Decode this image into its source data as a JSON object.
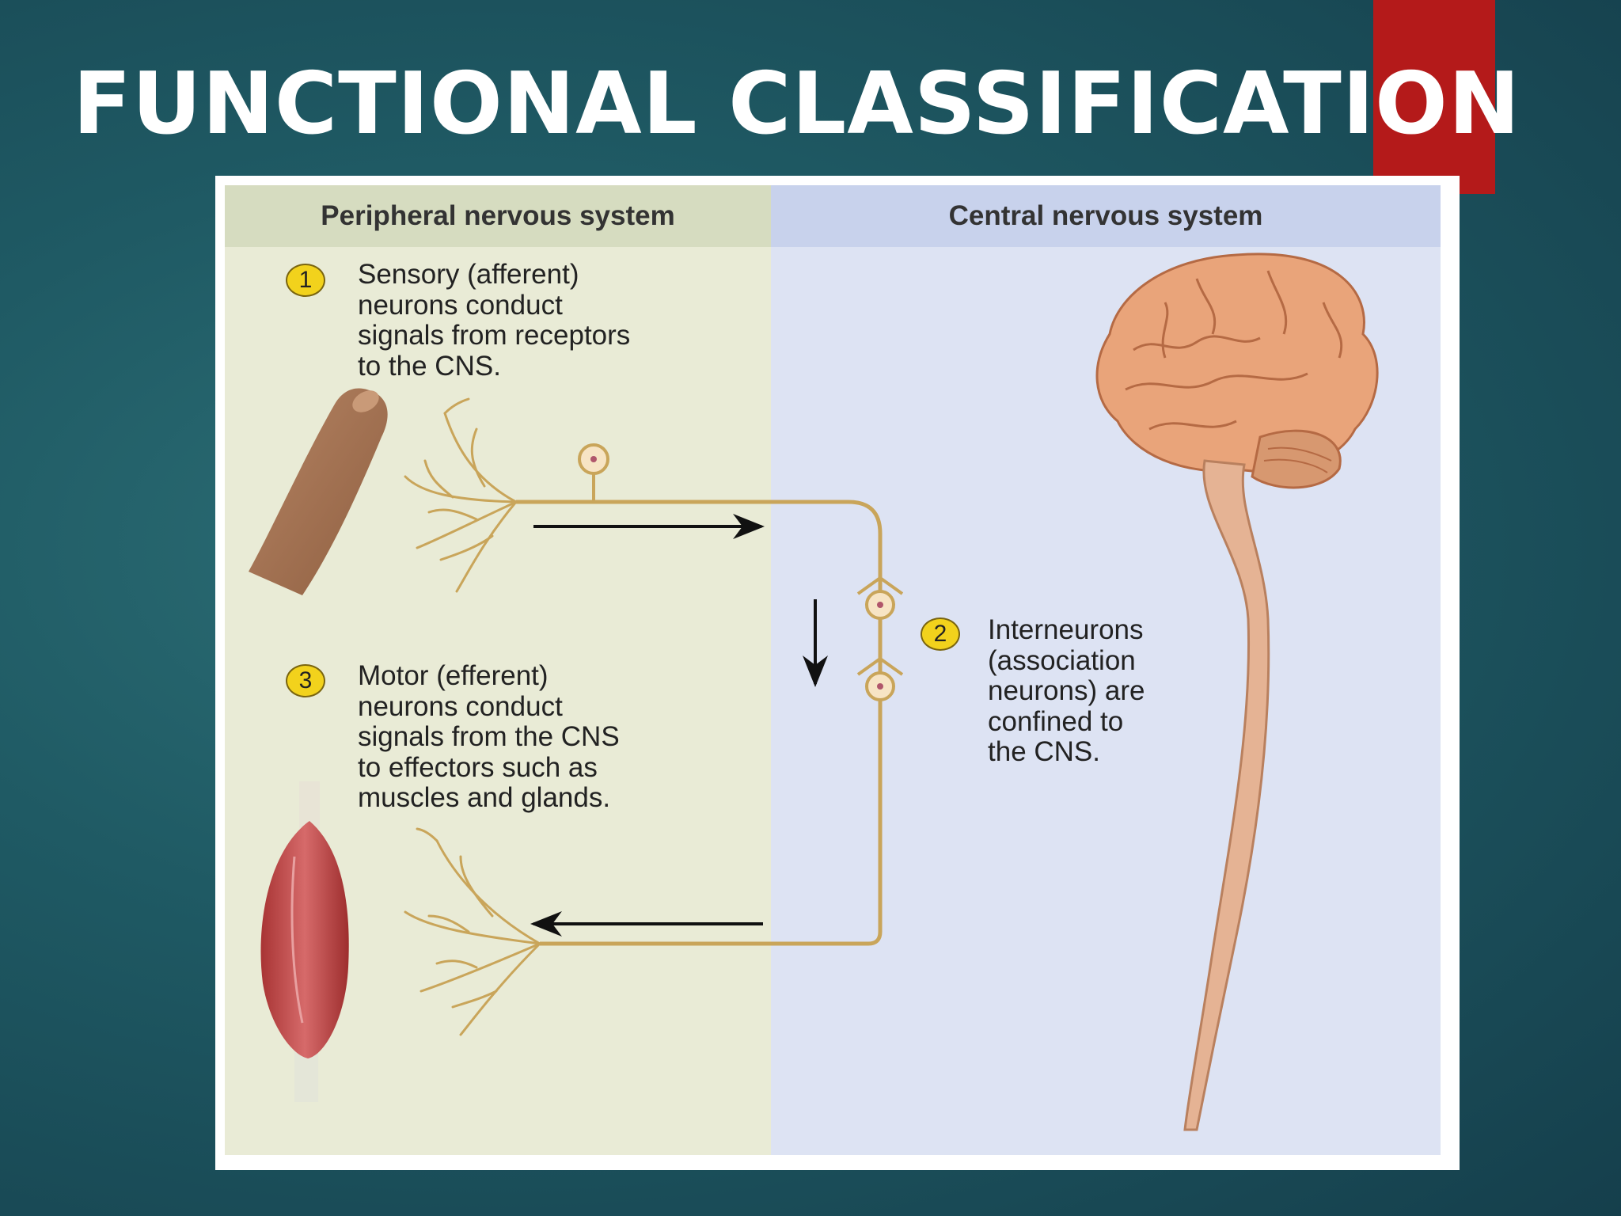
{
  "slide": {
    "title": "FUNCTIONAL CLASSIFICATION",
    "accent_color": "#b41a1a",
    "background_color": "#1f5a64"
  },
  "figure": {
    "left_header": "Peripheral nervous system",
    "right_header": "Central nervous system",
    "left_panel_color": "#e9ebd6",
    "right_panel_color": "#dde3f3",
    "nerve_color": "#c9a55a",
    "steps": [
      {
        "number": "1",
        "text": "Sensory (afferent)\nneurons conduct\nsignals from receptors\nto the CNS."
      },
      {
        "number": "2",
        "text": "Interneurons\n(association\nneurons) are\nconfined to\nthe CNS."
      },
      {
        "number": "3",
        "text": "Motor (efferent)\nneurons conduct\nsignals from the CNS\nto effectors such as\nmuscles and glands."
      }
    ]
  }
}
